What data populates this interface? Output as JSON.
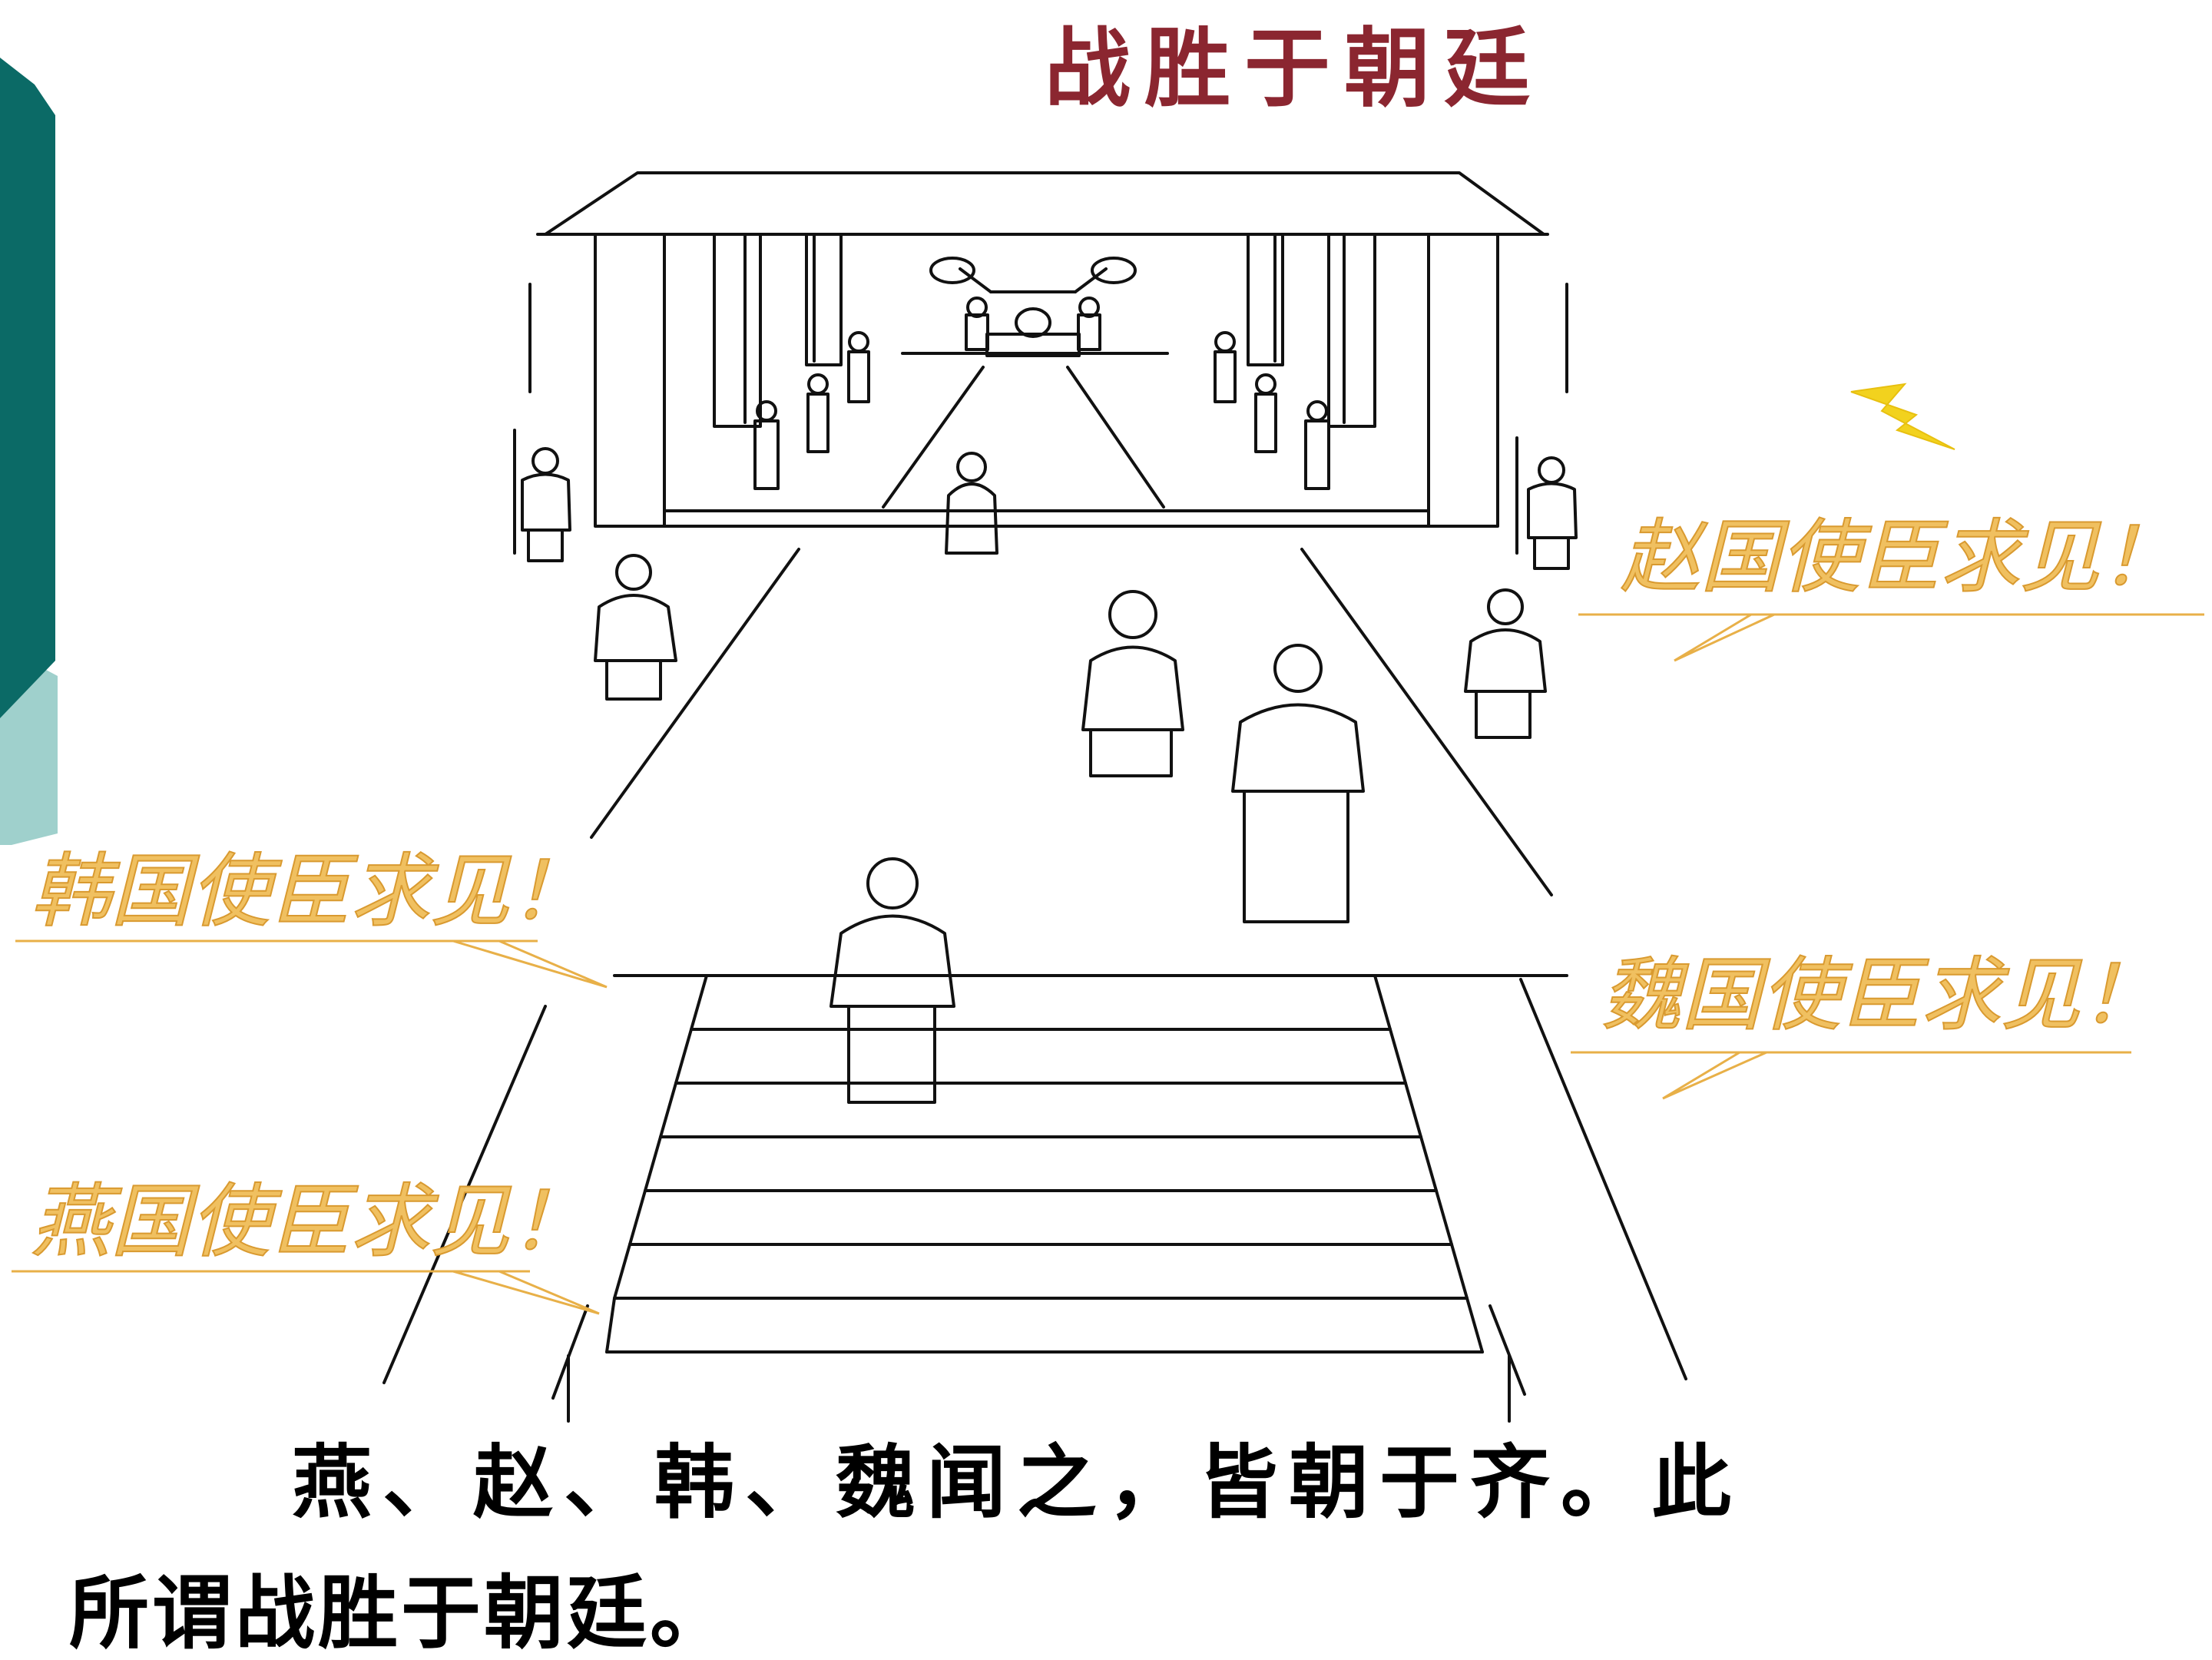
{
  "slide": {
    "title": "战胜于朝廷",
    "speech_bubbles": {
      "zhao": "赵国使臣求见！",
      "han": "韩国使臣求见！",
      "wei": "魏国使臣求见！",
      "yan": "燕国使臣求见！"
    },
    "caption_line1": "燕、赵、韩、魏闻之，皆朝于齐。此",
    "caption_line2": "所谓战胜于朝廷。",
    "colors": {
      "teal_dark": "#0b6a66",
      "teal_light": "#9fd0cc",
      "title_red": "#8b2630",
      "speech_gold": "#e8b048",
      "lightning": "#f2d21e"
    }
  }
}
